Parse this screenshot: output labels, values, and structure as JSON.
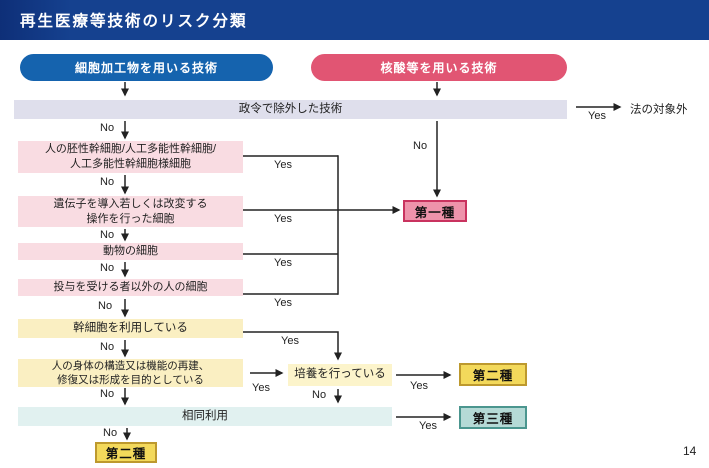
{
  "title": "再生医療等技術のリスク分類",
  "page_number": "14",
  "labels": {
    "yes": "Yes",
    "no": "No"
  },
  "pills": {
    "cell_tech": "細胞加工物を用いる技術",
    "nucleic_tech": "核酸等を用いる技術"
  },
  "nodes": {
    "excluded_by_decree": "政令で除外した技術",
    "outside_law": "法の対象外",
    "es_ips_line1": "人の胚性幹細胞/人工多能性幹細胞/",
    "es_ips_line2": "人工多能性幹細胞様細胞",
    "gene_line1": "遺伝子を導入若しくは改変する",
    "gene_line2": "操作を行った細胞",
    "animal_cells": "動物の細胞",
    "other_person_cells": "投与を受ける者以外の人の細胞",
    "uses_stem_cells": "幹細胞を利用している",
    "purpose_line1": "人の身体の構造又は機能の再建、",
    "purpose_line2": "修復又は形成を目的としている",
    "culture": "培養を行っている",
    "homologous_use": "相同利用",
    "class1": "第一種",
    "class2": "第二種",
    "class3": "第三種"
  },
  "colors": {
    "title_band": "#15418f",
    "pill_cell": "#1563ae",
    "pill_nucleic": "#e15573",
    "bar_excluded": "#dfdfec",
    "pink_node": "#f9dce2",
    "yellow_node": "#faefc2",
    "teal_bar": "#e1f1f0",
    "class1_fill": "#ee93ab",
    "class1_border": "#c9335f",
    "class2_fill": "#f3d95b",
    "class2_border": "#bd992e",
    "class3_fill": "#b5dad6",
    "class3_border": "#4b968f",
    "connector": "#222222"
  }
}
